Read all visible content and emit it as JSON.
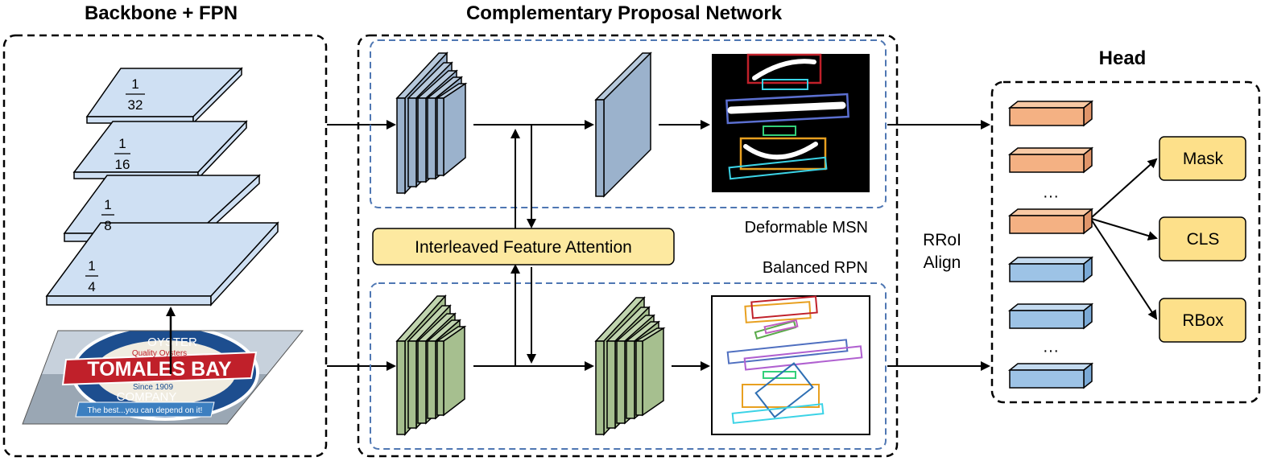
{
  "titles": {
    "backbone": "Backbone + FPN",
    "cpn": "Complementary Proposal Network",
    "head": "Head"
  },
  "fpn_scales": [
    {
      "num": "1",
      "den": "32"
    },
    {
      "num": "1",
      "den": "16"
    },
    {
      "num": "1",
      "den": "8"
    },
    {
      "num": "1",
      "den": "4"
    }
  ],
  "input_image": {
    "line1": "OYSTER",
    "line2": "Quality Oysters",
    "line3": "TOMALES BAY",
    "line4": "Since 1909",
    "line5": "COMPANY",
    "line6": "The best...you can depend on it!"
  },
  "labels": {
    "attention": "Interleaved Feature Attention",
    "msn": "Deformable MSN",
    "rpn": "Balanced RPN",
    "rroi_line1": "RRoI",
    "rroi_line2": "Align",
    "dots": "···"
  },
  "outputs": {
    "mask": "Mask",
    "cls": "CLS",
    "rbox": "RBox"
  },
  "colors": {
    "plane": "#cfe0f3",
    "blue_block": "#9bb2cc",
    "green_block": "#a6bf8f",
    "attention": "#fde9a0",
    "output_box": "#fde08a",
    "orange_roi": "#f4b183",
    "blue_roi": "#9dc3e6",
    "dashed_blue": "#4f77b3"
  }
}
